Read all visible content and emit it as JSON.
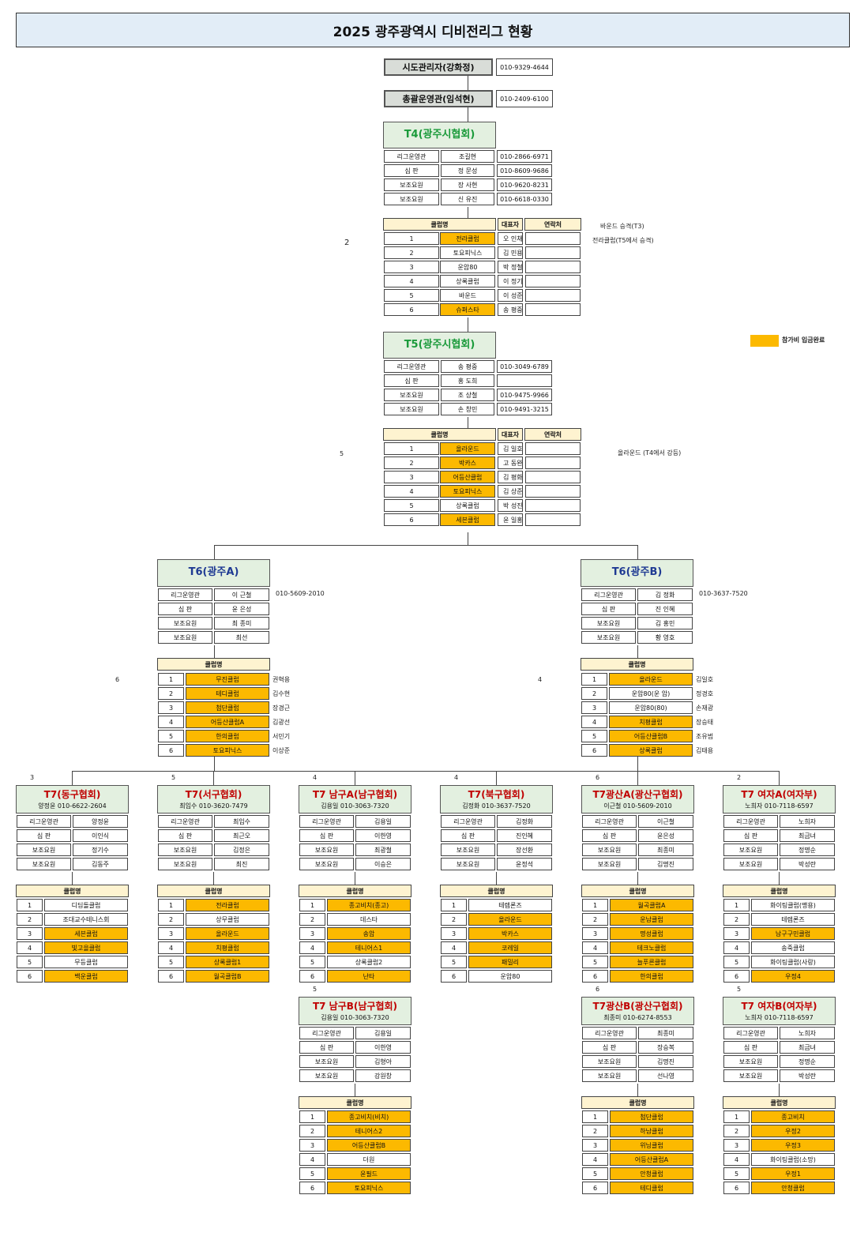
{
  "title": "2025 광주광역시 디비전리그 현황",
  "admin": {
    "label": "시도관리자(강화정)",
    "phone": "010-9329-4644"
  },
  "ops": {
    "label": "총괄운영관(임석현)",
    "phone": "010-2409-6100"
  },
  "colors": {
    "paid": "#fcb900",
    "header_green": "#e3f0e0",
    "cream": "#fef3d0",
    "red": "#c00000",
    "blue": "#1f3a93",
    "green": "#1a9a3a"
  },
  "legend": {
    "label": "참가비 입금완료"
  },
  "t4": {
    "title": "T4(광주시협회)",
    "staff": [
      {
        "role": "리그운영관",
        "name": "조길현",
        "phone": "010-2866-6971"
      },
      {
        "role": "심 판",
        "name": "정 문성",
        "phone": "010-8609-9686"
      },
      {
        "role": "보조요원",
        "name": "장 사현",
        "phone": "010-9620-8231"
      },
      {
        "role": "보조요원",
        "name": "신 유진",
        "phone": "010-6618-0330"
      }
    ],
    "club_header": "클럽명",
    "rep_header": "대표자",
    "contact_header": "연락처",
    "clubs": [
      {
        "no": "1",
        "name": "전라클럽",
        "rep": "오 인채",
        "paid": true
      },
      {
        "no": "2",
        "name": "토요피닉스",
        "rep": "김 민용",
        "paid": false
      },
      {
        "no": "3",
        "name": "운암80",
        "rep": "박 정철",
        "paid": false
      },
      {
        "no": "4",
        "name": "상록클럽",
        "rep": "이 정기",
        "paid": false
      },
      {
        "no": "5",
        "name": "바운드",
        "rep": "이 성준",
        "paid": false
      },
      {
        "no": "6",
        "name": "슈퍼스타",
        "rep": "송 평중",
        "paid": true
      }
    ],
    "count": "2",
    "note1": "바운드 승격(T3)",
    "note2": "전라클럽(T5에서 승격)"
  },
  "t5": {
    "title": "T5(광주시협회)",
    "staff": [
      {
        "role": "리그운영관",
        "name": "송 평중",
        "phone": "010-3049-6789"
      },
      {
        "role": "심 판",
        "name": "홍 도희",
        "phone": ""
      },
      {
        "role": "보조요원",
        "name": "조 상철",
        "phone": "010-9475-9966"
      },
      {
        "role": "보조요원",
        "name": "손 창민",
        "phone": "010-9491-3215"
      }
    ],
    "club_header": "클럽명",
    "rep_header": "대표자",
    "contact_header": "연락처",
    "clubs": [
      {
        "no": "1",
        "name": "올라운드",
        "rep": "김 일호",
        "paid": true
      },
      {
        "no": "2",
        "name": "박카스",
        "rep": "고 동완",
        "paid": true
      },
      {
        "no": "3",
        "name": "어등산클럽",
        "rep": "김 평화",
        "paid": true
      },
      {
        "no": "4",
        "name": "토요피닉스",
        "rep": "김 상준",
        "paid": true
      },
      {
        "no": "5",
        "name": "상록클럽",
        "rep": "박 성진",
        "paid": false
      },
      {
        "no": "6",
        "name": "세븐클럽",
        "rep": "윤 일홍",
        "paid": true
      }
    ],
    "count": "5",
    "note1": "올라운드 (T4에서 강등)"
  },
  "t6a": {
    "title": "T6(광주A)",
    "phone": "010-5609-2010",
    "staff": [
      {
        "role": "리그운영관",
        "name": "이 근철"
      },
      {
        "role": "심 판",
        "name": "윤 은성"
      },
      {
        "role": "보조요원",
        "name": "최 종미"
      },
      {
        "role": "보조요원",
        "name": "최선"
      }
    ],
    "club_header": "클럽명",
    "clubs": [
      {
        "no": "1",
        "name": "무진클럽",
        "rep": "권혁용",
        "paid": true
      },
      {
        "no": "2",
        "name": "테디클럽",
        "rep": "김수현",
        "paid": true
      },
      {
        "no": "3",
        "name": "첨단클럽",
        "rep": "장경근",
        "paid": true
      },
      {
        "no": "4",
        "name": "어등산클럽A",
        "rep": "김광선",
        "paid": true
      },
      {
        "no": "5",
        "name": "한의클럽",
        "rep": "서민기",
        "paid": true
      },
      {
        "no": "6",
        "name": "토요피닉스",
        "rep": "이상준",
        "paid": true
      }
    ],
    "count": "6"
  },
  "t6b": {
    "title": "T6(광주B)",
    "phone": "010-3637-7520",
    "staff": [
      {
        "role": "리그운영관",
        "name": "김 정화"
      },
      {
        "role": "심 판",
        "name": "진 인혜"
      },
      {
        "role": "보조요원",
        "name": "김 홍민"
      },
      {
        "role": "보조요원",
        "name": "황 영호"
      }
    ],
    "club_header": "클럽명",
    "clubs": [
      {
        "no": "1",
        "name": "올라운드",
        "rep": "김일호",
        "paid": true
      },
      {
        "no": "2",
        "name": "운암80(운 암)",
        "rep": "정경호",
        "paid": false
      },
      {
        "no": "3",
        "name": "운암80(80)",
        "rep": "손재광",
        "paid": false
      },
      {
        "no": "4",
        "name": "치평클럽",
        "rep": "장승태",
        "paid": true
      },
      {
        "no": "5",
        "name": "어등산클럽B",
        "rep": "조유범",
        "paid": true
      },
      {
        "no": "6",
        "name": "상록클럽",
        "rep": "김태용",
        "paid": true
      }
    ],
    "count": "4"
  },
  "t7": [
    {
      "title": "T7(동구협회)",
      "subtitle": "양정윤 010-6622-2604",
      "count": "3",
      "staff": [
        {
          "role": "리그운영관",
          "name": "양정윤"
        },
        {
          "role": "심 판",
          "name": "이인식"
        },
        {
          "role": "보조요원",
          "name": "정기수"
        },
        {
          "role": "보조요원",
          "name": "김동주"
        }
      ],
      "club_header": "클럽명",
      "clubs": [
        {
          "no": "1",
          "name": "디딤돌클럽",
          "paid": false
        },
        {
          "no": "2",
          "name": "조대교수테니스회",
          "paid": false
        },
        {
          "no": "3",
          "name": "세븐클럽",
          "paid": true
        },
        {
          "no": "4",
          "name": "빛고을클럽",
          "paid": true
        },
        {
          "no": "5",
          "name": "무등클럽",
          "paid": false
        },
        {
          "no": "6",
          "name": "백운클럽",
          "paid": true
        }
      ]
    },
    {
      "title": "T7(서구협회)",
      "subtitle": "최임수 010-3620-7479",
      "count": "5",
      "staff": [
        {
          "role": "리그운영관",
          "name": "최임수"
        },
        {
          "role": "심 판",
          "name": "최근오"
        },
        {
          "role": "보조요원",
          "name": "김정은"
        },
        {
          "role": "보조요원",
          "name": "최진"
        }
      ],
      "club_header": "클럽명",
      "clubs": [
        {
          "no": "1",
          "name": "전라클럽",
          "paid": true
        },
        {
          "no": "2",
          "name": "상무클럽",
          "paid": false
        },
        {
          "no": "3",
          "name": "올라운드",
          "paid": true
        },
        {
          "no": "4",
          "name": "치평클럽",
          "paid": true
        },
        {
          "no": "5",
          "name": "상록클럽1",
          "paid": true
        },
        {
          "no": "6",
          "name": "월곡클럽B",
          "paid": true
        }
      ]
    },
    {
      "title": "T7 남구A(남구협회)",
      "subtitle": "김용일 010-3063-7320",
      "count": "4",
      "staff": [
        {
          "role": "리그운영관",
          "name": "김용일"
        },
        {
          "role": "심 판",
          "name": "이한영"
        },
        {
          "role": "보조요원",
          "name": "최광철"
        },
        {
          "role": "보조요원",
          "name": "이승은"
        }
      ],
      "club_header": "클럽명",
      "clubs": [
        {
          "no": "1",
          "name": "종고비치(종고)",
          "paid": true
        },
        {
          "no": "2",
          "name": "데스타",
          "paid": false
        },
        {
          "no": "3",
          "name": "송암",
          "paid": true
        },
        {
          "no": "4",
          "name": "테니어스1",
          "paid": true
        },
        {
          "no": "5",
          "name": "상록클럽2",
          "paid": false
        },
        {
          "no": "6",
          "name": "난타",
          "paid": true
        }
      ]
    },
    {
      "title": "T7(북구협회)",
      "subtitle": "김정화 010-3637-7520",
      "count": "4",
      "staff": [
        {
          "role": "리그운영관",
          "name": "김정화"
        },
        {
          "role": "심 판",
          "name": "진인혜"
        },
        {
          "role": "보조요원",
          "name": "장선환"
        },
        {
          "role": "보조요원",
          "name": "윤정석"
        }
      ],
      "club_header": "클럽명",
      "clubs": [
        {
          "no": "1",
          "name": "테렙론즈",
          "paid": false
        },
        {
          "no": "2",
          "name": "올라운드",
          "paid": true
        },
        {
          "no": "3",
          "name": "박카스",
          "paid": true
        },
        {
          "no": "4",
          "name": "코레일",
          "paid": true
        },
        {
          "no": "5",
          "name": "패밀리",
          "paid": true
        },
        {
          "no": "6",
          "name": "운암80",
          "paid": false
        }
      ]
    },
    {
      "title": "T7광산A(광산구협회)",
      "subtitle": "이근철 010-5609-2010",
      "count": "6",
      "staff": [
        {
          "role": "리그운영관",
          "name": "이근철"
        },
        {
          "role": "심 판",
          "name": "윤은성"
        },
        {
          "role": "보조요원",
          "name": "최종미"
        },
        {
          "role": "보조요원",
          "name": "김명진"
        }
      ],
      "club_header": "클럽명",
      "clubs": [
        {
          "no": "1",
          "name": "월곡클럽A",
          "paid": true
        },
        {
          "no": "2",
          "name": "운남클럽",
          "paid": true
        },
        {
          "no": "3",
          "name": "명성클럽",
          "paid": true
        },
        {
          "no": "4",
          "name": "테크노클럽",
          "paid": true
        },
        {
          "no": "5",
          "name": "늘푸른클럽",
          "paid": true
        },
        {
          "no": "6",
          "name": "한의클럽",
          "paid": true
        }
      ]
    },
    {
      "title": "T7 여자A(여자부)",
      "subtitle": "노희자 010-7118-6597",
      "count": "2",
      "staff": [
        {
          "role": "리그운영관",
          "name": "노희자"
        },
        {
          "role": "심 판",
          "name": "최금녀"
        },
        {
          "role": "보조요원",
          "name": "정명순"
        },
        {
          "role": "보조요원",
          "name": "박성란"
        }
      ],
      "club_header": "클럽명",
      "clubs": [
        {
          "no": "1",
          "name": "화이팅클럽(맹용)",
          "paid": false
        },
        {
          "no": "2",
          "name": "테렙론즈",
          "paid": false
        },
        {
          "no": "3",
          "name": "남구구민클럽",
          "paid": true
        },
        {
          "no": "4",
          "name": "송죽클럽",
          "paid": false
        },
        {
          "no": "5",
          "name": "화이팅클럽(사랑)",
          "paid": false
        },
        {
          "no": "6",
          "name": "우정4",
          "paid": true
        }
      ]
    },
    {
      "title": "T7 남구B(남구협회)",
      "subtitle": "김용일 010-3063-7320",
      "count": "5",
      "staff": [
        {
          "role": "리그운영관",
          "name": "김용일"
        },
        {
          "role": "심 판",
          "name": "이한영"
        },
        {
          "role": "보조요원",
          "name": "김형아"
        },
        {
          "role": "보조요원",
          "name": "강원창"
        }
      ],
      "club_header": "클럽명",
      "clubs": [
        {
          "no": "1",
          "name": "종고비치(비치)",
          "paid": true
        },
        {
          "no": "2",
          "name": "테니어스2",
          "paid": true
        },
        {
          "no": "3",
          "name": "어등산클럽B",
          "paid": true
        },
        {
          "no": "4",
          "name": "더원",
          "paid": false
        },
        {
          "no": "5",
          "name": "윤필드",
          "paid": true
        },
        {
          "no": "6",
          "name": "토요피닉스",
          "paid": true
        }
      ]
    },
    {
      "title": "T7광산B(광산구협회)",
      "subtitle": "최종미 010-6274-8553",
      "count": "6",
      "staff": [
        {
          "role": "리그운영관",
          "name": "최종미"
        },
        {
          "role": "심 판",
          "name": "장승복"
        },
        {
          "role": "보조요원",
          "name": "김명진"
        },
        {
          "role": "보조요원",
          "name": "선나영"
        }
      ],
      "club_header": "클럽명",
      "clubs": [
        {
          "no": "1",
          "name": "첨단클럽",
          "paid": true
        },
        {
          "no": "2",
          "name": "하남클럽",
          "paid": true
        },
        {
          "no": "3",
          "name": "위닝클럽",
          "paid": true
        },
        {
          "no": "4",
          "name": "어등산클럽A",
          "paid": true
        },
        {
          "no": "5",
          "name": "안청클럽",
          "paid": true
        },
        {
          "no": "6",
          "name": "테디클럽",
          "paid": true
        }
      ]
    },
    {
      "title": "T7 여자B(여자부)",
      "subtitle": "노희자 010-7118-6597",
      "count": "5",
      "staff": [
        {
          "role": "리그운영관",
          "name": "노희자"
        },
        {
          "role": "심 판",
          "name": "최금녀"
        },
        {
          "role": "보조요원",
          "name": "정명순"
        },
        {
          "role": "보조요원",
          "name": "박성란"
        }
      ],
      "club_header": "클럽명",
      "clubs": [
        {
          "no": "1",
          "name": "종고비치",
          "paid": true
        },
        {
          "no": "2",
          "name": "우정2",
          "paid": true
        },
        {
          "no": "3",
          "name": "우정3",
          "paid": true
        },
        {
          "no": "4",
          "name": "화이팅클럽(소망)",
          "paid": false
        },
        {
          "no": "5",
          "name": "우정1",
          "paid": true
        },
        {
          "no": "6",
          "name": "안청클럽",
          "paid": true
        }
      ]
    }
  ]
}
